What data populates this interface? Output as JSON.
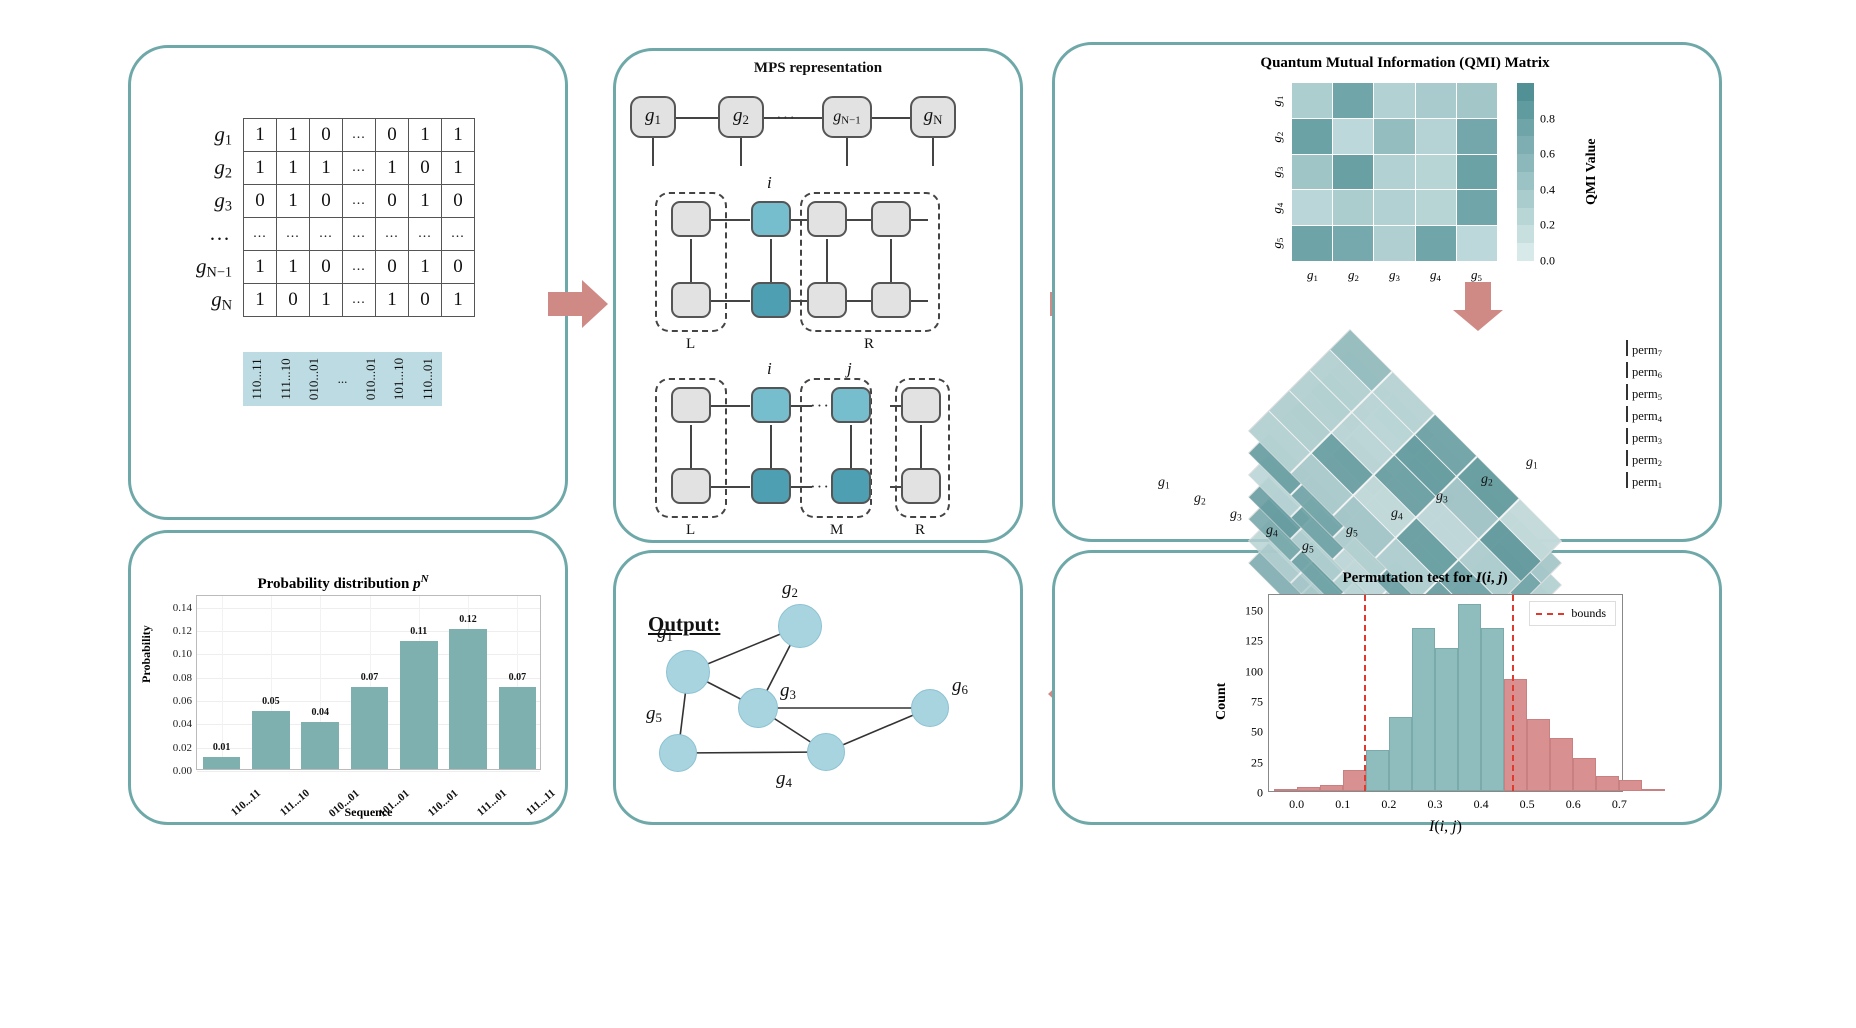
{
  "panels": {
    "input": {
      "name": "input-data-panel"
    },
    "mps": {
      "title": "MPS representation"
    },
    "output": {
      "title": "Output:"
    },
    "qmi": {
      "title": "Quantum Mutual Information (QMI) Matrix"
    },
    "perm": {
      "title": "Permutation test for I(i, j)"
    }
  },
  "matrix": {
    "row_labels": [
      "g1",
      "g2",
      "g3",
      "...",
      "gN-1",
      "gN"
    ],
    "rows": [
      [
        "1",
        "1",
        "0",
        "...",
        "0",
        "1",
        "1"
      ],
      [
        "1",
        "1",
        "1",
        "...",
        "1",
        "0",
        "1"
      ],
      [
        "0",
        "1",
        "0",
        "...",
        "0",
        "1",
        "0"
      ],
      [
        "...",
        "...",
        "...",
        "...",
        "...",
        "...",
        "..."
      ],
      [
        "1",
        "1",
        "0",
        "...",
        "0",
        "1",
        "0"
      ],
      [
        "1",
        "0",
        "1",
        "...",
        "1",
        "0",
        "1"
      ]
    ],
    "sequence_band": [
      "110...11",
      "111...10",
      "010...01",
      "...",
      "010...01",
      "101...10",
      "110...01"
    ]
  },
  "chart_data": [
    {
      "type": "bar",
      "title": "Probability distribution p^N",
      "xlabel": "Sequence",
      "ylabel": "Probability",
      "categories": [
        "110...11",
        "111...10",
        "010...01",
        "101...01",
        "110...01",
        "111...01",
        "111...11"
      ],
      "values": [
        0.01,
        0.05,
        0.04,
        0.07,
        0.11,
        0.12,
        0.07
      ],
      "value_labels": [
        "0.01",
        "0.05",
        "0.04",
        "0.07",
        "0.11",
        "0.12",
        "0.07"
      ],
      "yticks": [
        "0.00",
        "0.02",
        "0.04",
        "0.06",
        "0.08",
        "0.10",
        "0.12",
        "0.14"
      ],
      "ylim": [
        0.0,
        0.15
      ],
      "grid": true,
      "bar_color": "#7fb0b0"
    },
    {
      "type": "heatmap",
      "title": "Quantum Mutual Information (QMI) Matrix",
      "xlabels": [
        "g1",
        "g2",
        "g3",
        "g4",
        "g5"
      ],
      "ylabels": [
        "g1",
        "g2",
        "g3",
        "g4",
        "g5"
      ],
      "colorbar_label": "QMI Value",
      "colorbar_ticks": [
        "0.0",
        "0.2",
        "0.4",
        "0.6",
        "0.8"
      ],
      "zlim": [
        0.0,
        1.0
      ],
      "values": [
        [
          0.33,
          0.74,
          0.3,
          0.36,
          0.4
        ],
        [
          0.78,
          0.22,
          0.5,
          0.28,
          0.72
        ],
        [
          0.42,
          0.8,
          0.3,
          0.26,
          0.78
        ],
        [
          0.24,
          0.34,
          0.3,
          0.26,
          0.74
        ],
        [
          0.76,
          0.7,
          0.32,
          0.74,
          0.22
        ]
      ]
    },
    {
      "type": "bar",
      "title": "Permutation test for I(i, j)",
      "xlabel": "I(i, j)",
      "ylabel": "Count",
      "legend": [
        "bounds"
      ],
      "legend_position": "upper right",
      "bin_edges": [
        -0.05,
        0.0,
        0.05,
        0.1,
        0.15,
        0.2,
        0.25,
        0.3,
        0.35,
        0.4,
        0.45,
        0.5,
        0.55,
        0.6,
        0.65,
        0.7
      ],
      "bin_centers": [
        -0.025,
        0.025,
        0.075,
        0.125,
        0.175,
        0.225,
        0.275,
        0.325,
        0.375,
        0.425,
        0.475,
        0.525,
        0.575,
        0.625,
        0.675
      ],
      "values": [
        1,
        3,
        5,
        17,
        34,
        61,
        134,
        118,
        154,
        134,
        92,
        59,
        44,
        27,
        12
      ],
      "tail_values": [
        9,
        2
      ],
      "bounds": [
        0.147,
        0.468
      ],
      "bounds_label": "bounds",
      "yticks": [
        "0",
        "25",
        "50",
        "75",
        "100",
        "125",
        "150"
      ],
      "xticks": [
        "0.0",
        "0.1",
        "0.2",
        "0.3",
        "0.4",
        "0.5",
        "0.6",
        "0.7"
      ],
      "ylim": [
        0,
        163
      ],
      "xlim": [
        -0.06,
        0.71
      ],
      "inside_color": "#8fbcbc",
      "outside_color": "#d89090",
      "bounds_color": "#e03a2f"
    }
  ],
  "mps": {
    "title": "MPS representation",
    "chain_nodes": [
      "g1",
      "g2",
      "gN-1",
      "gN"
    ],
    "chain_dots": "···",
    "diagram_one": {
      "index_label": "i",
      "group_labels": [
        "L",
        "R"
      ],
      "dots": "···"
    },
    "diagram_two": {
      "index_labels": [
        "i",
        "j"
      ],
      "group_labels": [
        "L",
        "M",
        "R"
      ],
      "dots": "···"
    }
  },
  "output_graph": {
    "title": "Output:",
    "nodes": [
      "g1",
      "g2",
      "g3",
      "g4",
      "g5",
      "g6"
    ],
    "edges": [
      [
        "g1",
        "g2"
      ],
      [
        "g1",
        "g3"
      ],
      [
        "g1",
        "g5"
      ],
      [
        "g2",
        "g3"
      ],
      [
        "g3",
        "g4"
      ],
      [
        "g3",
        "g6"
      ],
      [
        "g4",
        "g5"
      ],
      [
        "g4",
        "g6"
      ]
    ]
  },
  "permutation_stack": {
    "layer_labels": [
      "perm1",
      "perm2",
      "perm3",
      "perm4",
      "perm5",
      "perm6",
      "perm7"
    ],
    "left_axis_labels": [
      "g1",
      "g2",
      "g3",
      "g4",
      "g5"
    ],
    "right_axis_labels": [
      "g5",
      "g4",
      "g3",
      "g2",
      "g1"
    ]
  },
  "colors": {
    "panel_border": "#6fa8a8",
    "arrow": "#d08a85",
    "teal": "#7fb0b0",
    "teal_dark": "#4f8f93",
    "light_blue": "#a8d4e0",
    "band": "#bcdbe2",
    "red_dash": "#e03a2f"
  }
}
